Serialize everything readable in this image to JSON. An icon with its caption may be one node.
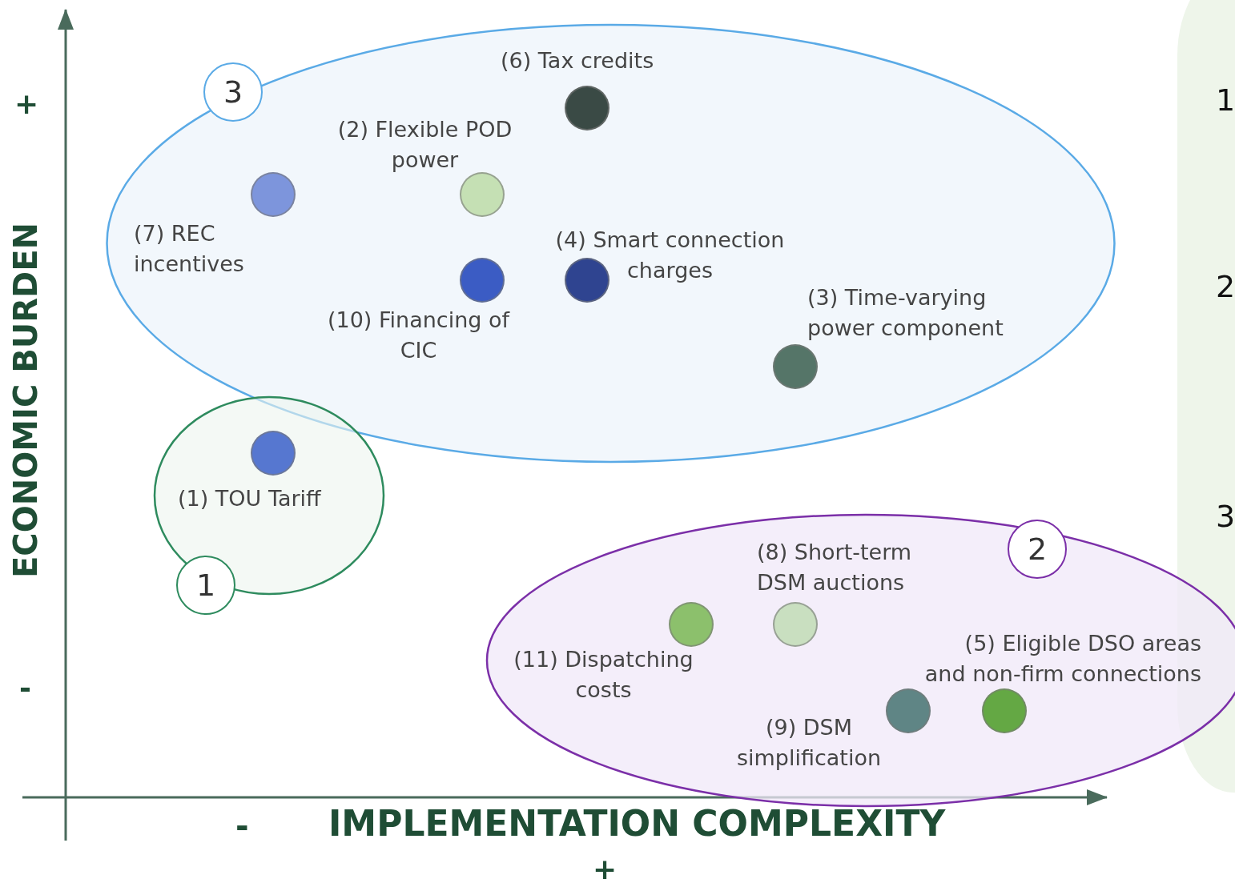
{
  "diagram": {
    "nodes": [
      {
        "text": [
          "3"
        ]
      },
      {
        "text": [
          "(6) Tax credits"
        ],
        "in": 0
      },
      {
        "text": [
          "(2) Flexible POD power"
        ],
        "in": 0
      },
      {
        "text": [
          "(7) REC incentives"
        ],
        "in": 0
      },
      {
        "text": [
          "(4) Smart connection charges"
        ],
        "in": 0
      },
      {
        "text": [
          "(10) Financing of CIC"
        ],
        "in": 0
      },
      {
        "text": [
          "(3) Time-varying power component"
        ],
        "in": 0
      },
      {
        "text": [
          "1"
        ]
      },
      {
        "text": [
          "(1) TOU Tariff"
        ],
        "in": 7
      },
      {
        "text": [
          "2"
        ]
      },
      {
        "text": [
          "(8) Short-term DSM auctions"
        ],
        "in": 9
      },
      {
        "text": [
          "(11) Dispatching costs"
        ],
        "in": 9
      },
      {
        "text": [
          "(5) Eligible DSO areas and non-firm connections"
        ],
        "in": 9
      },
      {
        "text": [
          "(9) DSM simplification"
        ],
        "in": 9
      }
    ],
    "edges": [],
    "labels": [
      "+",
      "ECONOMIC BURDEN",
      "-",
      "-",
      "IMPLEMENTATION COMPLEXITY",
      "+",
      "1",
      "2",
      "3"
    ]
  }
}
